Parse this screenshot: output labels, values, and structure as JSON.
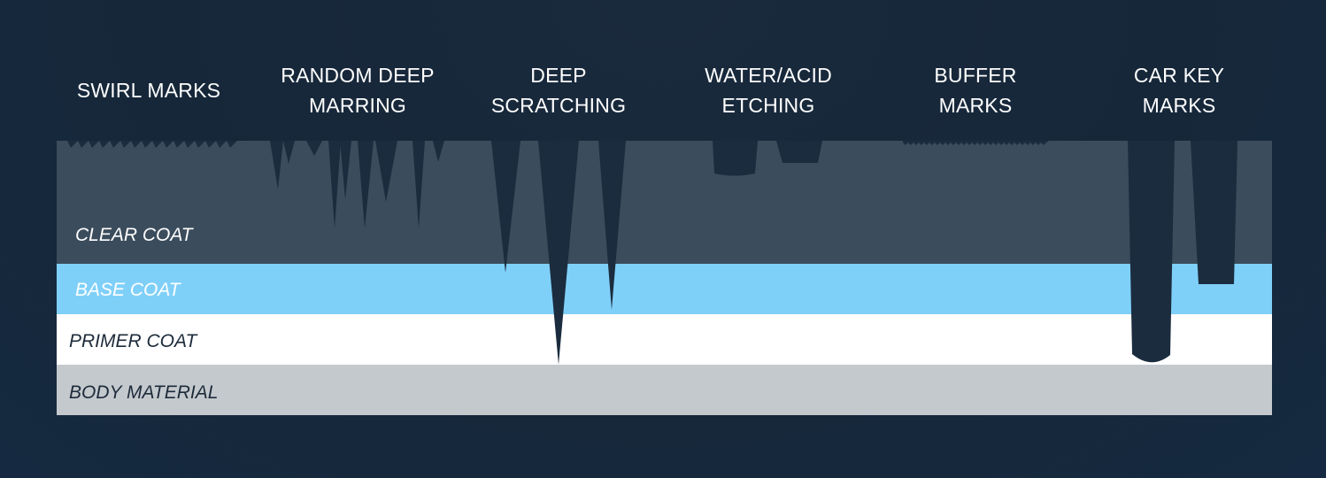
{
  "damage_types": [
    {
      "id": "swirl",
      "lines": [
        "SWIRL MARKS"
      ]
    },
    {
      "id": "marring",
      "lines": [
        "RANDOM DEEP",
        "MARRING"
      ]
    },
    {
      "id": "scratching",
      "lines": [
        "DEEP",
        "SCRATCHING"
      ]
    },
    {
      "id": "etching",
      "lines": [
        "WATER/ACID",
        "ETCHING"
      ]
    },
    {
      "id": "buffer",
      "lines": [
        "BUFFER",
        "MARKS"
      ]
    },
    {
      "id": "carkey",
      "lines": [
        "CAR KEY",
        "MARKS"
      ]
    }
  ],
  "layers": {
    "clear": {
      "label": "CLEAR COAT",
      "color": "#3b4c5c",
      "label_color": "#ffffff"
    },
    "base": {
      "label": "BASE COAT",
      "color": "#7fd0f9",
      "label_color": "#ffffff"
    },
    "primer": {
      "label": "PRIMER COAT",
      "color": "#ffffff",
      "label_color": "#1d2b3a"
    },
    "body": {
      "label": "BODY MATERIAL",
      "color": "#c4c9cd",
      "label_color": "#1d2b3a"
    }
  },
  "colors": {
    "background": "#162739",
    "damage": "#1b2c3e"
  }
}
